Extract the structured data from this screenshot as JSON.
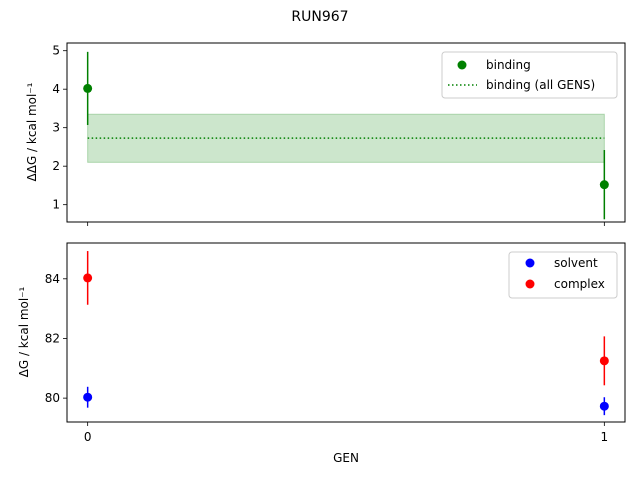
{
  "figure": {
    "title": "RUN967",
    "xlabel": "GEN"
  },
  "chart_data": [
    {
      "type": "scatter",
      "panel": "top",
      "ylabel": "ΔΔG / kcal mol⁻¹",
      "x": [
        0,
        1
      ],
      "xlim": [
        -0.04,
        1.04
      ],
      "ylim": [
        0.55,
        5.2
      ],
      "xticks": [
        0,
        1
      ],
      "yticks": [
        1,
        2,
        3,
        4,
        5
      ],
      "series": [
        {
          "name": "binding",
          "color": "#008000",
          "values": [
            4.02,
            1.52
          ],
          "errors": [
            0.95,
            0.9
          ]
        }
      ],
      "band": {
        "name": "binding (all GENS)",
        "color": "#008000",
        "x": [
          0,
          1
        ],
        "center": 2.73,
        "lower": 2.1,
        "upper": 3.35
      },
      "legend_placement": "upper-right"
    },
    {
      "type": "scatter",
      "panel": "bottom",
      "ylabel": "ΔG / kcal mol⁻¹",
      "x": [
        0,
        1
      ],
      "xlim": [
        -0.04,
        1.04
      ],
      "ylim": [
        79.2,
        85.2
      ],
      "xticks": [
        0,
        1
      ],
      "yticks": [
        80,
        82,
        84
      ],
      "series": [
        {
          "name": "solvent",
          "color": "#0000ff",
          "values": [
            80.03,
            79.73
          ],
          "errors": [
            0.35,
            0.3
          ]
        },
        {
          "name": "complex",
          "color": "#ff0000",
          "values": [
            84.03,
            81.25
          ],
          "errors": [
            0.9,
            0.82
          ]
        }
      ],
      "legend_placement": "upper-right"
    }
  ]
}
